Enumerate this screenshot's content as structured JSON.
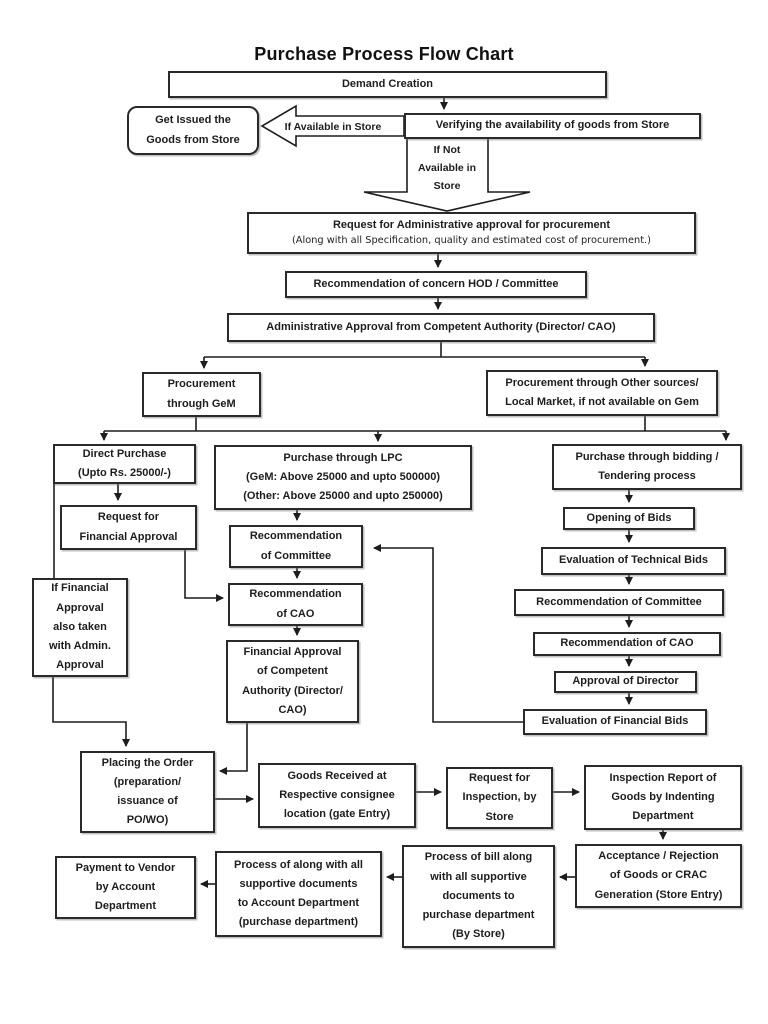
{
  "page": {
    "title": "Purchase Process Flow Chart",
    "background": "#ffffff",
    "ink": "#1d1d1d"
  },
  "labels": {
    "if_available": "If Available in Store",
    "if_not_available": "If Not\nAvailable in\nStore"
  },
  "nodes": {
    "demand_creation": {
      "label": "Demand Creation"
    },
    "verifying": {
      "label": "Verifying the availability of goods from Store"
    },
    "get_issued": {
      "label": "Get Issued the\nGoods from Store"
    },
    "request_admin_approval": {
      "title": "Request for Administrative approval for procurement",
      "subtitle": "(Along with all Specification, quality and estimated cost of procurement.)"
    },
    "hod_committee": {
      "label": "Recommendation of concern HOD / Committee"
    },
    "admin_approval": {
      "label": "Administrative Approval from Competent Authority (Director/ CAO)"
    },
    "proc_gem": {
      "label": "Procurement\nthrough GeM"
    },
    "proc_other": {
      "label": "Procurement through Other sources/\nLocal Market, if not available on Gem"
    },
    "direct_purchase": {
      "label": "Direct Purchase\n(Upto Rs. 25000/-)"
    },
    "purchase_lpc": {
      "label": "Purchase through LPC\n(GeM: Above 25000 and upto 500000)\n(Other: Above 25000 and upto 250000)"
    },
    "bidding": {
      "label": "Purchase through bidding /\nTendering process"
    },
    "request_financial": {
      "label": "Request for\nFinancial Approval"
    },
    "reco_committee_mid": {
      "label": "Recommendation\nof Committee"
    },
    "opening_bids": {
      "label": "Opening of Bids"
    },
    "eval_technical": {
      "label": "Evaluation of Technical Bids"
    },
    "if_financial": {
      "label": "If Financial\nApproval\nalso taken\nwith Admin.\nApproval"
    },
    "reco_cao_mid": {
      "label": "Recommendation\nof CAO"
    },
    "reco_committee_right": {
      "label": "Recommendation of Committee"
    },
    "reco_cao_right": {
      "label": "Recommendation of CAO"
    },
    "financial_approval_ca": {
      "label": "Financial Approval\nof Competent\nAuthority (Director/\nCAO)"
    },
    "approval_director": {
      "label": "Approval of Director"
    },
    "eval_financial": {
      "label": "Evaluation of Financial Bids"
    },
    "placing_order": {
      "label": "Placing the Order\n(preparation/\nissuance of\nPO/WO)"
    },
    "goods_received": {
      "label": "Goods Received at\nRespective consignee\nlocation (gate Entry)"
    },
    "request_inspection": {
      "label": "Request for\nInspection, by\nStore"
    },
    "inspection_report": {
      "label": "Inspection Report of\nGoods by Indenting\nDepartment"
    },
    "acceptance": {
      "label": "Acceptance / Rejection\nof Goods or CRAC\nGeneration (Store Entry)"
    },
    "process_bill": {
      "label": "Process of bill along\nwith all supportive\ndocuments to\npurchase department\n(By Store)"
    },
    "process_along": {
      "label": "Process of along with all\nsupportive documents\nto Account Department\n(purchase department)"
    },
    "payment_vendor": {
      "label": "Payment to Vendor\nby Account\nDepartment"
    }
  }
}
